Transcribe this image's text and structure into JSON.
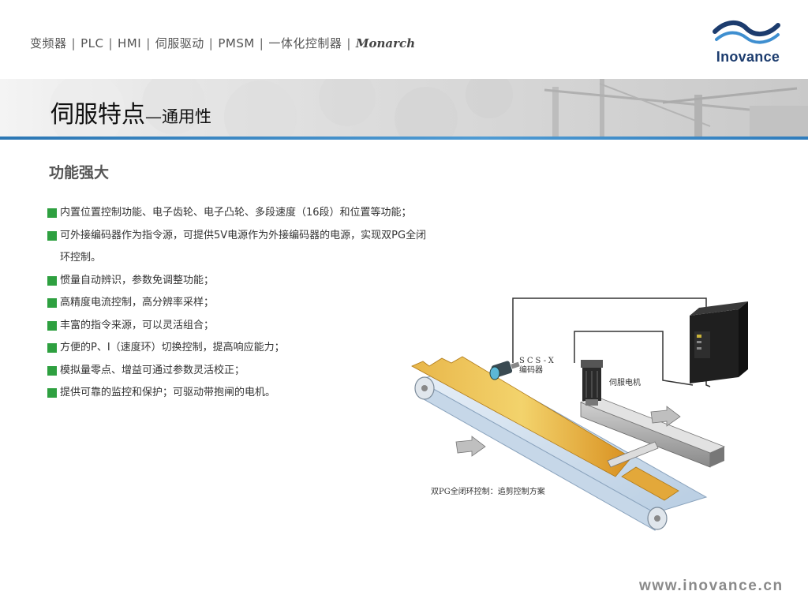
{
  "top_nav": {
    "items": [
      "变频器",
      "PLC",
      "HMI",
      "伺服驱动",
      "PMSM",
      "一体化控制器"
    ],
    "brand": "Monarch"
  },
  "logo": {
    "text": "Inovance",
    "color": "#1c3c6e"
  },
  "banner": {
    "title_main": "伺服特点",
    "title_sub": "—通用性",
    "accent_color": "#2c77b4"
  },
  "section": {
    "title": "功能强大"
  },
  "bullets": [
    {
      "lines": [
        "内置位置控制功能、电子齿轮、电子凸轮、多段速度（16段）和位置等功能；"
      ]
    },
    {
      "lines": [
        "可外接编码器作为指令源，可提供5V电源作为外接编码器的电源，实现双PG全闭",
        "环控制。"
      ]
    },
    {
      "lines": [
        "惯量自动辨识，参数免调整功能；"
      ]
    },
    {
      "lines": [
        "高精度电流控制，高分辨率采样；"
      ]
    },
    {
      "lines": [
        "丰富的指令来源，可以灵活组合；"
      ]
    },
    {
      "lines": [
        "方便的P、I（速度环）切换控制，提高响应能力；"
      ]
    },
    {
      "lines": [
        "模拟量零点、增益可通过参数灵活校正；"
      ]
    },
    {
      "lines": [
        "提供可靠的监控和保护；可驱动带抱闸的电机。"
      ]
    }
  ],
  "bullet_color": "#2ea040",
  "diagram": {
    "encoder_label_1": "SCS-X",
    "encoder_label_2": "编码器",
    "motor_label": "伺服电机",
    "caption": "双PG全闭环控制：追剪控制方案"
  },
  "footer": {
    "url": "www.inovance.cn"
  }
}
